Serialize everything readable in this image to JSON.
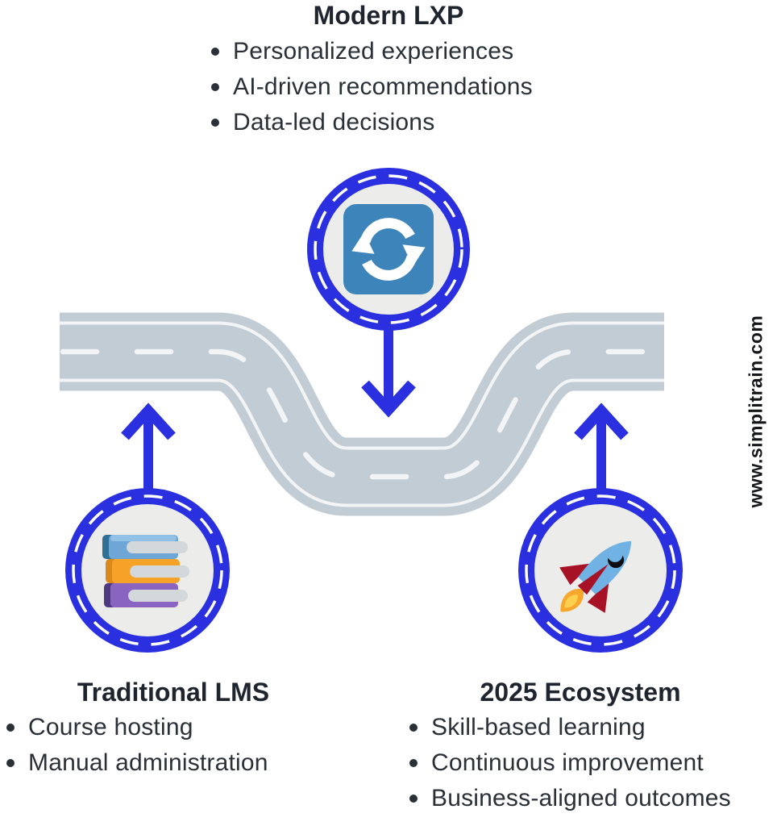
{
  "colors": {
    "accent_blue": "#2a30e0",
    "road": "#c1ccd4",
    "road_line": "#f2f4f6",
    "medallion_fill": "#ececea",
    "refresh_bg": "#3c84ba",
    "text_dark": "#2a3038",
    "title_dark": "#1f252e",
    "rocket_body": "#6fb2e3",
    "rocket_red": "#a81226",
    "flame_orange": "#f7a82c"
  },
  "sections": {
    "modern_lxp": {
      "title": "Modern LXP",
      "bullets": [
        "Personalized experiences",
        "AI-driven recommendations",
        "Data-led decisions"
      ]
    },
    "traditional_lms": {
      "title": "Traditional LMS",
      "bullets": [
        "Course hosting",
        "Manual administration"
      ]
    },
    "ecosystem_2025": {
      "title": "2025 Ecosystem",
      "bullets": [
        "Skill-based learning",
        "Continuous improvement",
        "Business-aligned outcomes"
      ]
    }
  },
  "icons": {
    "top": "sync-refresh-icon",
    "left": "books-stack-icon",
    "right": "rocket-icon"
  },
  "watermark": {
    "text": "www.simplitrain.com"
  }
}
